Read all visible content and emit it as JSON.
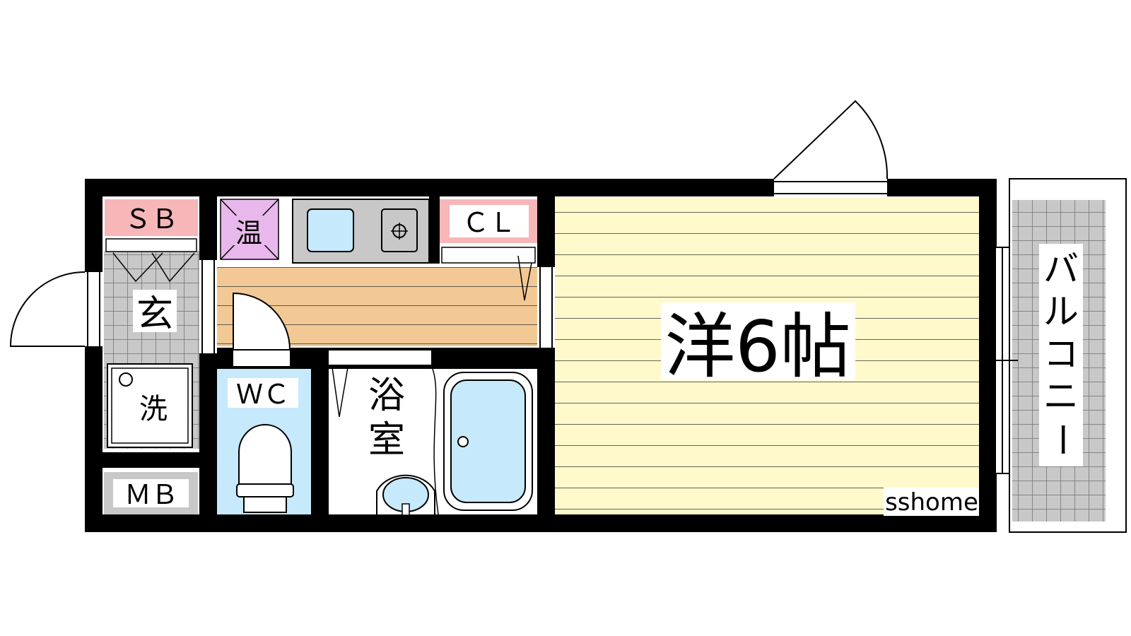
{
  "plan": {
    "rooms": {
      "shoe_box": "ＳＢ",
      "water_heater": "温",
      "closet": "ＣＬ",
      "entrance": "玄",
      "washer": "洗",
      "meter_box": "ＭＢ",
      "toilet": "ＷＣ",
      "bath_line1": "浴",
      "bath_line2": "室",
      "western_room": "洋6帖",
      "balcony_1": "バ",
      "balcony_2": "ル",
      "balcony_3": "コ",
      "balcony_4": "ニ",
      "balcony_5": "ー"
    },
    "watermark": "sshome",
    "colors": {
      "wall": "#000000",
      "room_floor": "#fff9cc",
      "kitchen_floor": "#f2c994",
      "tile": "#c8c8c8",
      "pink_label": "#f7b6b8",
      "heater": "#e8b8ec",
      "blue_fixture": "#c6e9fb",
      "gray_box": "#c8c8c8"
    }
  }
}
